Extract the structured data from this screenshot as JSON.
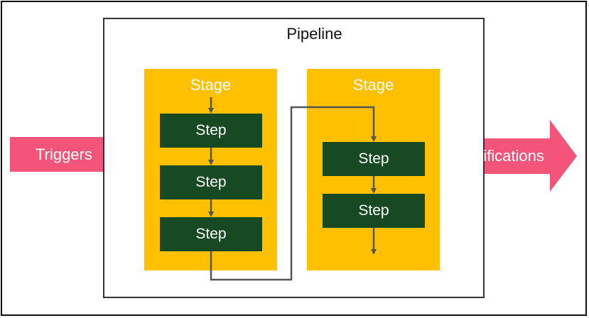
{
  "diagram": {
    "pipeline_title": "Pipeline",
    "stages": [
      {
        "title": "Stage",
        "steps": [
          "Step",
          "Step",
          "Step"
        ]
      },
      {
        "title": "Stage",
        "steps": [
          "Step",
          "Step"
        ]
      }
    ],
    "input_arrow_label": "Triggers",
    "output_arrow_label": "Notifications"
  },
  "colors": {
    "stage_fill": "#ffc000",
    "step_fill": "#174a22",
    "arrow_fill": "#f2547a",
    "connector": "#555555"
  }
}
